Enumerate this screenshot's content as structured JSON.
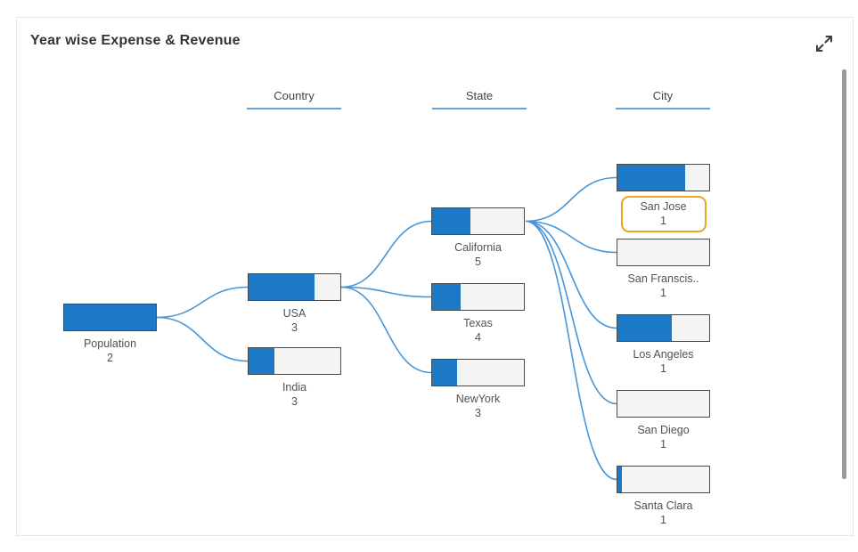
{
  "header": {
    "title": "Year wise Expense & Revenue"
  },
  "columns": [
    {
      "label": "Country"
    },
    {
      "label": "State"
    },
    {
      "label": "City"
    }
  ],
  "colors": {
    "bar_fill": "#1b79c6",
    "bar_empty": "#f4f4f4",
    "bar_border": "#4a4a4a",
    "link": "#4896d8",
    "column_underline": "#64a6da",
    "selected_outline": "#eaa71e",
    "title_text": "#30353a",
    "label_text": "#4d5257"
  },
  "chart_data": {
    "type": "tree",
    "title": "Year wise Expense & Revenue",
    "levels": [
      "Country",
      "State",
      "City"
    ],
    "nodes": [
      {
        "label": "Population",
        "value": 2,
        "level": "root",
        "fill_pct": 100,
        "selected": false
      },
      {
        "label": "USA",
        "value": 3,
        "level": "Country",
        "fill_pct": 72,
        "selected": false
      },
      {
        "label": "India",
        "value": 3,
        "level": "Country",
        "fill_pct": 28,
        "selected": false
      },
      {
        "label": "California",
        "value": 5,
        "level": "State",
        "fill_pct": 42,
        "selected": false
      },
      {
        "label": "Texas",
        "value": 4,
        "level": "State",
        "fill_pct": 31,
        "selected": false
      },
      {
        "label": "NewYork",
        "value": 3,
        "level": "State",
        "fill_pct": 27,
        "selected": false
      },
      {
        "label": "San Jose",
        "value": 1,
        "level": "City",
        "fill_pct": 74,
        "selected": true
      },
      {
        "label": "San Franscis..",
        "value": 1,
        "level": "City",
        "fill_pct": 0,
        "selected": false
      },
      {
        "label": "Los Angeles",
        "value": 1,
        "level": "City",
        "fill_pct": 59,
        "selected": false
      },
      {
        "label": "San Diego",
        "value": 1,
        "level": "City",
        "fill_pct": 0,
        "selected": false
      },
      {
        "label": "Santa Clara",
        "value": 1,
        "level": "City",
        "fill_pct": 5,
        "selected": false
      }
    ],
    "links": [
      {
        "source": "Population",
        "target": "USA"
      },
      {
        "source": "Population",
        "target": "India"
      },
      {
        "source": "USA",
        "target": "California"
      },
      {
        "source": "USA",
        "target": "Texas"
      },
      {
        "source": "USA",
        "target": "NewYork"
      },
      {
        "source": "California",
        "target": "San Jose"
      },
      {
        "source": "California",
        "target": "San Franscis.."
      },
      {
        "source": "California",
        "target": "Los Angeles"
      },
      {
        "source": "California",
        "target": "San Diego"
      },
      {
        "source": "California",
        "target": "Santa Clara"
      }
    ]
  }
}
